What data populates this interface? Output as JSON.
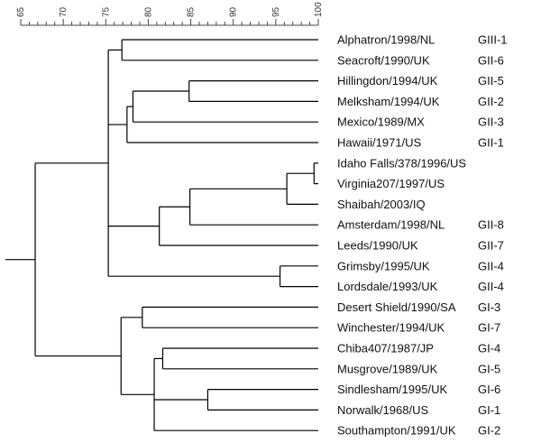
{
  "chart_data": {
    "type": "dendrogram",
    "axis": {
      "min": 65,
      "max": 100,
      "major_ticks": [
        65,
        70,
        75,
        80,
        85,
        90,
        95,
        100
      ],
      "minor_step": 1,
      "tick_labels": [
        "65",
        "70",
        "75",
        "80",
        "85",
        "90",
        "95",
        "100"
      ]
    },
    "leaves": [
      {
        "label": "Alphatron/1998/NL",
        "group": "GIII-1"
      },
      {
        "label": "Seacroft/1990/UK",
        "group": "GII-6"
      },
      {
        "label": "Hillingdon/1994/UK",
        "group": "GII-5"
      },
      {
        "label": "Melksham/1994/UK",
        "group": "GII-2"
      },
      {
        "label": "Mexico/1989/MX",
        "group": "GII-3"
      },
      {
        "label": "Hawaii/1971/US",
        "group": "GII-1"
      },
      {
        "label": "Idaho Falls/378/1996/US",
        "group": ""
      },
      {
        "label": "Virginia207/1997/US",
        "group": ""
      },
      {
        "label": "Shaibah/2003/IQ",
        "group": ""
      },
      {
        "label": "Amsterdam/1998/NL",
        "group": "GII-8"
      },
      {
        "label": "Leeds/1990/UK",
        "group": "GII-7"
      },
      {
        "label": "Grimsby/1995/UK",
        "group": "GII-4"
      },
      {
        "label": "Lordsdale/1993/UK",
        "group": "GII-4"
      },
      {
        "label": "Desert Shield/1990/SA",
        "group": "GI-3"
      },
      {
        "label": "Winchester/1994/UK",
        "group": "GI-7"
      },
      {
        "label": "Chiba407/1987/JP",
        "group": "GI-4"
      },
      {
        "label": "Musgrove/1989/UK",
        "group": "GI-5"
      },
      {
        "label": "Sindlesham/1995/UK",
        "group": "GI-6"
      },
      {
        "label": "Norwalk/1968/US",
        "group": "GI-1"
      },
      {
        "label": "Southampton/1991/UK",
        "group": "GI-2"
      }
    ],
    "tree": {
      "s": 66.7,
      "c": [
        {
          "s": 75.3,
          "c": [
            {
              "s": 76.9,
              "c": [
                0,
                1
              ]
            },
            {
              "s": 77.5,
              "c": [
                {
                  "s": 78.2,
                  "c": [
                    {
                      "s": 84.8,
                      "c": [
                        2,
                        3
                      ]
                    },
                    4
                  ]
                },
                5
              ]
            },
            {
              "s": 81.3,
              "c": [
                {
                  "s": 84.9,
                  "c": [
                    {
                      "s": 96.3,
                      "c": [
                        {
                          "s": 99.5,
                          "c": [
                            6,
                            7
                          ]
                        },
                        8
                      ]
                    },
                    9
                  ]
                },
                10
              ]
            },
            {
              "s": 95.5,
              "c": [
                11,
                12
              ]
            }
          ]
        },
        {
          "s": 76.8,
          "c": [
            {
              "s": 79.3,
              "c": [
                13,
                14
              ]
            },
            {
              "s": 80.7,
              "c": [
                {
                  "s": 81.7,
                  "c": [
                    15,
                    16
                  ]
                },
                {
                  "s": 87.0,
                  "c": [
                    17,
                    18
                  ]
                },
                19
              ]
            }
          ]
        }
      ]
    }
  }
}
